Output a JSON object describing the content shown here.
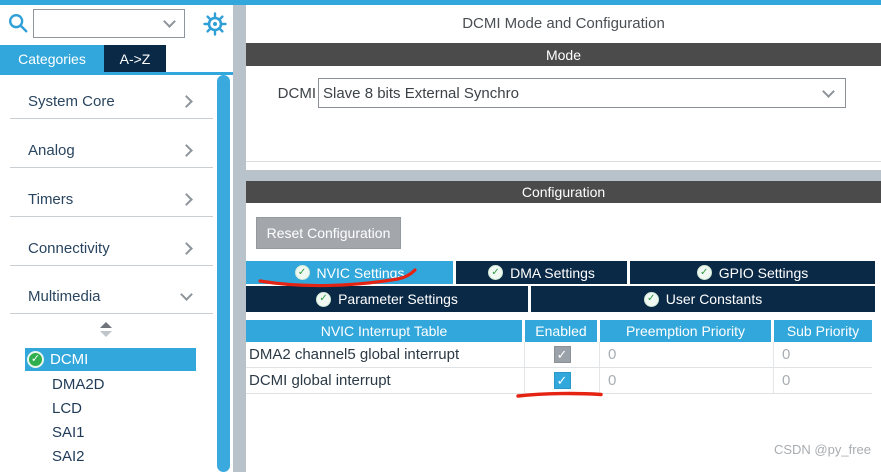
{
  "colors": {
    "accent_blue": "#32a7db",
    "navy": "#0a2946",
    "section_gray": "#4b4b4b",
    "button_gray": "#a3a7ac",
    "splitter_gray": "#b7c2ca",
    "check_green": "#2fae4d",
    "annotation_red": "#e42313",
    "disabled_gray": "#9aa1a8"
  },
  "topbar": {
    "search_value": "",
    "icons": {
      "search": "magnifier",
      "settings": "gear"
    }
  },
  "sidebar": {
    "tabs": [
      {
        "label": "Categories",
        "active": true
      },
      {
        "label": "A->Z",
        "active": false
      }
    ],
    "categories": [
      {
        "label": "System Core",
        "state": "collapsed"
      },
      {
        "label": "Analog",
        "state": "collapsed"
      },
      {
        "label": "Timers",
        "state": "collapsed"
      },
      {
        "label": "Connectivity",
        "state": "collapsed"
      },
      {
        "label": "Multimedia",
        "state": "expanded"
      }
    ],
    "peripherals": [
      {
        "label": "DCMI",
        "selected": true,
        "checked": true
      },
      {
        "label": "DMA2D",
        "selected": false
      },
      {
        "label": "LCD",
        "selected": false
      },
      {
        "label": "SAI1",
        "selected": false
      },
      {
        "label": "SAI2",
        "selected": false
      }
    ]
  },
  "panel": {
    "title": "DCMI Mode and Configuration",
    "mode": {
      "header": "Mode",
      "label": "DCMI",
      "value": "Slave 8 bits External Synchro"
    },
    "configuration": {
      "header": "Configuration",
      "reset_button": "Reset Configuration",
      "tabs_row1": [
        {
          "label": "NVIC Settings",
          "active": true,
          "checked": true
        },
        {
          "label": "DMA Settings",
          "active": false,
          "checked": true
        },
        {
          "label": "GPIO Settings",
          "active": false,
          "checked": true
        }
      ],
      "tabs_row2": [
        {
          "label": "Parameter Settings",
          "active": false,
          "checked": true
        },
        {
          "label": "User Constants",
          "active": false,
          "checked": true
        }
      ],
      "nvic_table": {
        "columns": [
          "NVIC Interrupt Table",
          "Enabled",
          "Preemption Priority",
          "Sub Priority"
        ],
        "rows": [
          {
            "name": "DMA2 channel5 global interrupt",
            "enabled": true,
            "enabled_editable": false,
            "preemption_priority": "0",
            "sub_priority": "0"
          },
          {
            "name": "DCMI global interrupt",
            "enabled": true,
            "enabled_editable": true,
            "preemption_priority": "0",
            "sub_priority": "0"
          }
        ]
      }
    }
  },
  "annotations": {
    "color": "#e42313",
    "marks": [
      "red-underline-nvic-settings-tab",
      "red-underline-dcmi-enabled-checkbox"
    ]
  },
  "watermark": "CSDN @py_free"
}
